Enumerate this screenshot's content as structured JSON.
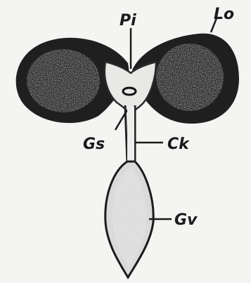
{
  "figure": {
    "labels": {
      "pi": "Pi",
      "lo": "Lo",
      "gs": "Gs",
      "ck": "Ck",
      "gv": "Gv"
    }
  }
}
